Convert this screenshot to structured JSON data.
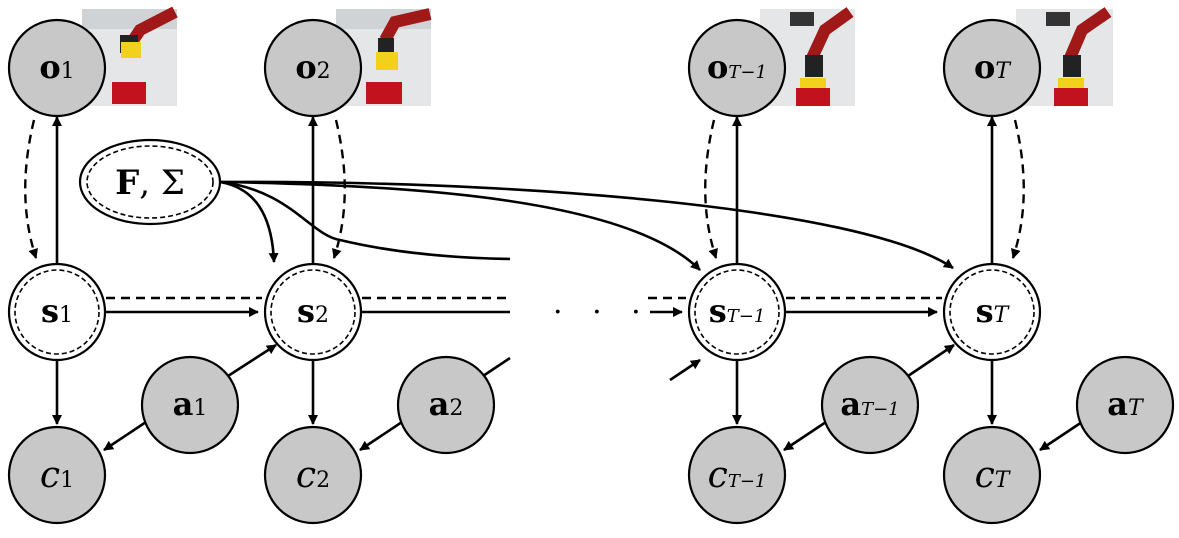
{
  "nodes": {
    "o1": {
      "main": "o",
      "sub": "1"
    },
    "o2": {
      "main": "o",
      "sub": "2"
    },
    "oT1": {
      "main": "o",
      "sub": "T−1"
    },
    "oT": {
      "main": "o",
      "sub": "T"
    },
    "s1": {
      "main": "s",
      "sub": "1"
    },
    "s2": {
      "main": "s",
      "sub": "2"
    },
    "sT1": {
      "main": "s",
      "sub": "T−1"
    },
    "sT": {
      "main": "s",
      "sub": "T"
    },
    "a1": {
      "main": "a",
      "sub": "1"
    },
    "a2": {
      "main": "a",
      "sub": "2"
    },
    "aT1": {
      "main": "a",
      "sub": "T−1"
    },
    "aT": {
      "main": "a",
      "sub": "T"
    },
    "c1": {
      "main": "c",
      "sub": "1"
    },
    "c2": {
      "main": "c",
      "sub": "2"
    },
    "cT1": {
      "main": "c",
      "sub": "T−1"
    },
    "cT": {
      "main": "c",
      "sub": "T"
    },
    "params": {
      "bold": "F",
      "rest": ", Σ"
    }
  },
  "ellipsis": "· · ·",
  "colors": {
    "observed_fill": "#c8c8c8",
    "latent_fill": "#ffffff",
    "stroke": "#000000"
  }
}
